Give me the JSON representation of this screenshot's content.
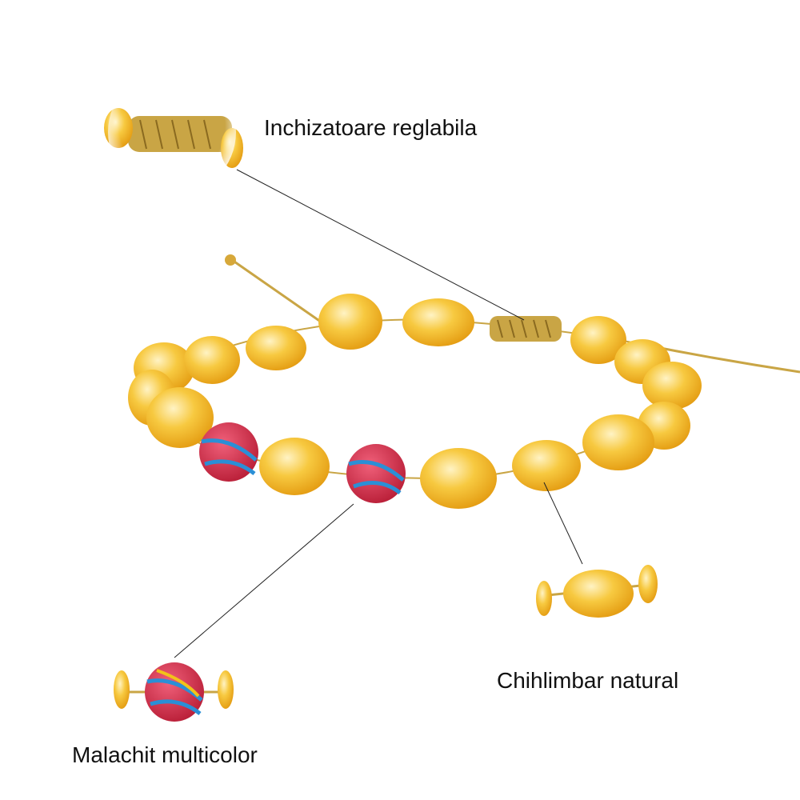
{
  "labels": {
    "clasp": "Inchizatoare reglabila",
    "amber": "Chihlimbar natural",
    "malachite": "Malachit multicolor"
  },
  "colors": {
    "amber": "#f2b521",
    "amber_light": "#fde69a",
    "cord": "#c9a545",
    "malachite_red": "#d8324a",
    "malachite_blue": "#2b8fd6",
    "leader_line": "#222222"
  }
}
